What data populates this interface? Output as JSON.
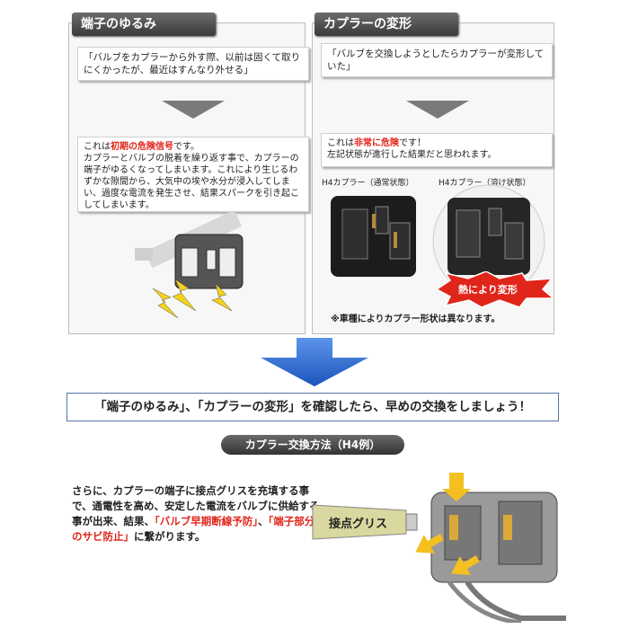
{
  "left_panel": {
    "tab_title": "端子のゆるみ",
    "quote": "「バルブをカプラーから外す際、以前は固くて取りにくかったが、最近はすんなり外せる」",
    "note_prefix": "これは",
    "note_highlight": "初期の危険信号",
    "note_suffix": "です。",
    "note_body": "カプラーとバルブの脱着を繰り返す事で、カプラーの端子がゆるくなってしまいます。これにより生じるわずかな隙間から、大気中の埃や水分が浸入してしまい、過度な電流を発生させ、結果スパークを引き起こしてしまいます。"
  },
  "right_panel": {
    "tab_title": "カプラーの変形",
    "quote": "「バルブを交換しようとしたらカプラーが変形していた」",
    "note_prefix": "これは",
    "note_highlight": "非常に危険",
    "note_suffix": "です！",
    "note_body": "左記状態が進行した結果だと思われます。",
    "label_normal": "H4カプラー（通常状態）",
    "label_melted": "H4カプラー（溶け状態）",
    "heat_label": "熱により変形",
    "footnote": "※車種によりカプラー形状は異なります。"
  },
  "banner": "「端子のゆるみ」、「カプラーの変形」を確認したら、早めの交換をしましょう！",
  "method_title": "カプラー交換方法（H4例）",
  "bottom": {
    "text_plain": "さらに、カプラーの端子に接点グリスを充填する事で、通電性を高め、安定した電流をバルブに供給する事が出来、結果、",
    "highlight1": "「バルブ早期断線予防」",
    "sep": "、",
    "highlight2": "「端子部分のサビ防止」",
    "text_end": "に繋がります。",
    "grease_label": "接点グリス"
  },
  "colors": {
    "accent_red": "#e0251a",
    "arrow_blue": "#2f6fd6",
    "banner_border": "#5577aa",
    "bolt_yellow": "#f4d21a",
    "grease_tube": "#d8d8a0"
  }
}
